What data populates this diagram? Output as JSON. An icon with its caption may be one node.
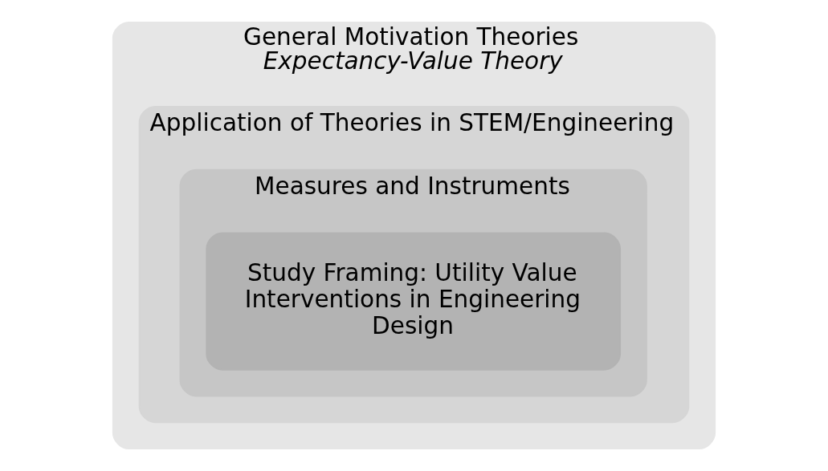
{
  "diagram": {
    "nodes": [
      {
        "text": [
          "General Motivation Theories",
          "Expectancy-Value Theory"
        ]
      },
      {
        "text": [
          "Application of Theories in STEM/Engineering"
        ],
        "in": 0
      },
      {
        "text": [
          "Measures and Instruments"
        ],
        "in": 1
      },
      {
        "text": [
          "Study Framing: Utility Value Interventions in Engineering Design"
        ],
        "in": 2
      }
    ]
  }
}
